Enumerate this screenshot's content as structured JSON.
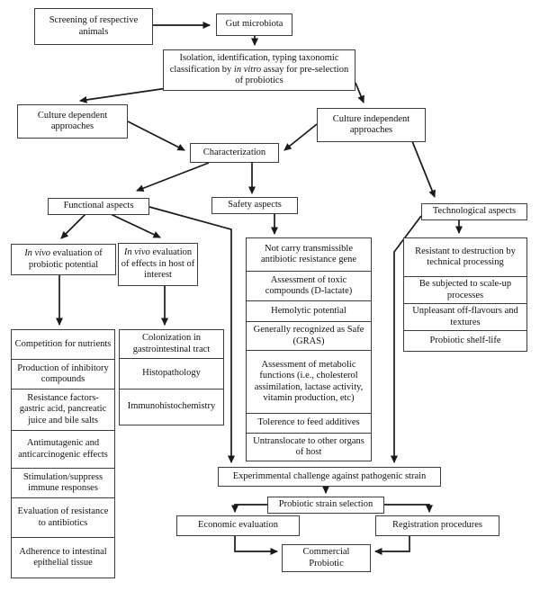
{
  "nodes": {
    "screening": {
      "label": "Screening of respective animals"
    },
    "gut_microbiota": {
      "label": "Gut microbiota"
    },
    "isolation": {
      "pre": "Isolation, identification, typing taxonomic classification by ",
      "italic": "in vitro",
      "post": " assay for pre-selection of probiotics"
    },
    "culture_dependent": {
      "label": "Culture dependent approaches"
    },
    "culture_independent": {
      "label": "Culture independent approaches"
    },
    "characterization": {
      "label": "Characterization"
    },
    "functional_aspects": {
      "label": "Functional aspects"
    },
    "safety_aspects": {
      "label": "Safety aspects"
    },
    "technological_aspects": {
      "label": "Technological aspects"
    },
    "in_vivo_probiotic": {
      "italic": "In vivo",
      "rest": " evaluation of probiotic potential"
    },
    "in_vivo_host": {
      "italic": "In vivo",
      "rest": " evaluation of effects in host of interest"
    },
    "experimental_challenge": {
      "label": "Experimmental challenge against pathogenic strain"
    },
    "probiotic_strain_selection": {
      "label": "Probiotic strain selection"
    },
    "economic_evaluation": {
      "label": "Economic evaluation"
    },
    "registration_procedures": {
      "label": "Registration procedures"
    },
    "commercial_probiotic": {
      "label": "Commercial Probiotic"
    }
  },
  "columns": {
    "functional": [
      "Competition for nutrients",
      "Production of inhibitory compounds",
      "Resistance factors- gastric acid, pancreatic juice and bile salts",
      "Antimutagenic and anticarcinogenic effects",
      "Stimulation/suppress immune responses",
      "Evaluation of resistance to antibiotics",
      "Adherence to intestinal epithelial tissue"
    ],
    "host_effects": [
      "Colonization in gastrointestinal tract",
      "Histopathology",
      "Immunohistochemistry"
    ],
    "safety": [
      "Not carry transmissible antibiotic resistance gene",
      "Assessment of toxic compounds (D-lactate)",
      "Hemolytic potential",
      "Generally recognized as Safe (GRAS)",
      "Assessment of metabolic functions (i.e., cholesterol assimilation, lactase activity, vitamin production, etc)",
      "Tolerence to feed additives",
      "Untranslocate to other organs of host"
    ],
    "technological": [
      "Resistant to destruction by technical processing",
      "Be subjected to scale-up processes",
      "Unpleasant off-flavours and textures",
      "Probiotic shelf-life"
    ]
  },
  "colors": {
    "line": "#1a1a1a",
    "border": "#3d3d3d",
    "background": "#ffffff",
    "text": "#111111"
  }
}
